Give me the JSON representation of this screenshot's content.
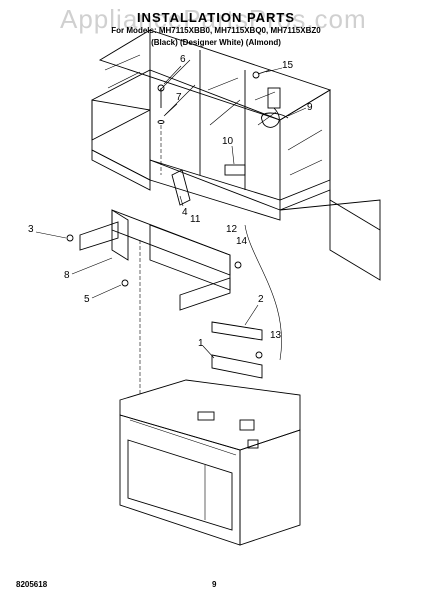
{
  "header": {
    "watermark": "AppliancePartsPros.com",
    "title": "INSTALLATION PARTS",
    "models": "For Models: MH7115XBB0, MH7115XBQ0, MH7115XBZ0",
    "finishes": "(Black) (Designer White) (Almond)"
  },
  "footer": {
    "doc_number": "8205618",
    "page_number": "9"
  },
  "callouts": [
    "1",
    "2",
    "3",
    "4",
    "5",
    "6",
    "7",
    "8",
    "9",
    "10",
    "11",
    "12",
    "13",
    "14",
    "15"
  ]
}
